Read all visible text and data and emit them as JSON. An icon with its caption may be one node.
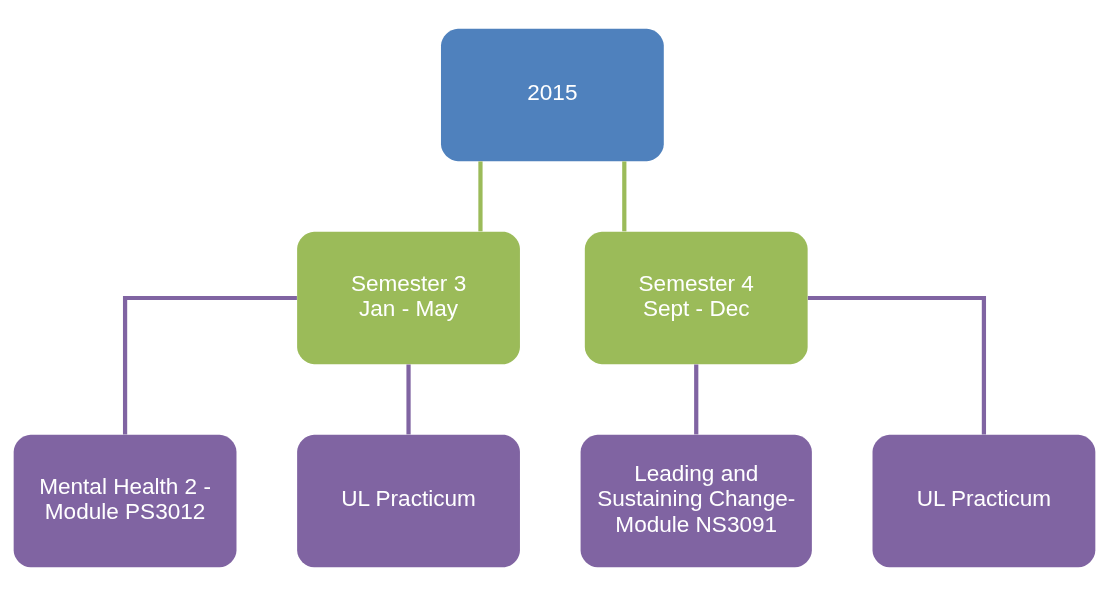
{
  "diagram": {
    "nodes": [
      {
        "text": [
          "2015"
        ]
      },
      {
        "text": [
          "Semester 3",
          "Jan - May"
        ]
      },
      {
        "text": [
          "Semester 4",
          "Sept - Dec"
        ]
      },
      {
        "text": [
          "Mental Health 2 - Module PS3012"
        ]
      },
      {
        "text": [
          "UL Practicum"
        ]
      },
      {
        "text": [
          "Leading and Sustaining Change-Module NS3091"
        ]
      },
      {
        "text": [
          "UL Practicum"
        ]
      }
    ],
    "edges": [
      {
        "from": 0,
        "to": 1,
        "arrow": "none",
        "color": "#9bbb59"
      },
      {
        "from": 0,
        "to": 2,
        "arrow": "none",
        "color": "#9bbb59"
      },
      {
        "from": 1,
        "to": 3,
        "arrow": "none"
      },
      {
        "from": 1,
        "to": 4,
        "arrow": "none"
      },
      {
        "from": 2,
        "to": 5,
        "arrow": "none"
      },
      {
        "from": 2,
        "to": 6,
        "arrow": "none"
      }
    ]
  }
}
